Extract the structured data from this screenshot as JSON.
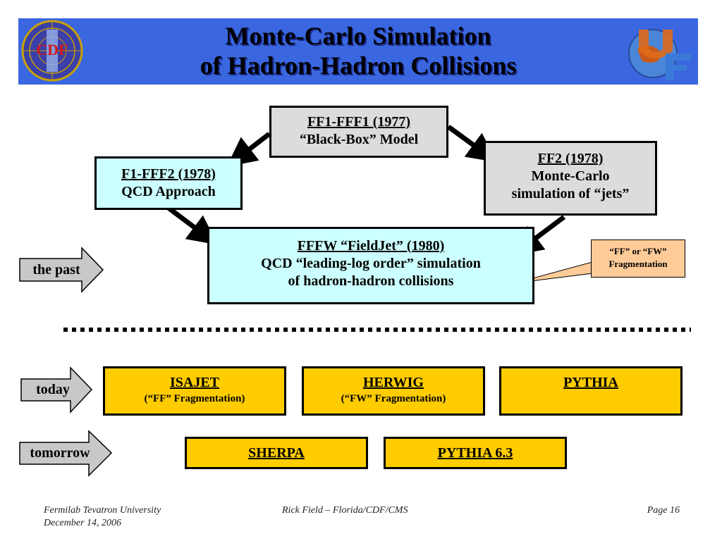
{
  "header": {
    "title_line1": "Monte-Carlo Simulation",
    "title_line2": "of Hadron-Hadron Collisions",
    "logo_left_text": "CDF"
  },
  "boxes": {
    "ff1": {
      "title": "FF1-FFF1 (1977)",
      "line1": "“Black-Box” Model"
    },
    "f1fff2": {
      "title": "F1-FFF2 (1978)",
      "line1": "QCD Approach"
    },
    "ff2": {
      "title": "FF2 (1978)",
      "line1": "Monte-Carlo",
      "line2": "simulation of “jets”"
    },
    "fffw": {
      "title": "FFFW “FieldJet” (1980)",
      "line1": "QCD “leading-log order” simulation",
      "line2": "of hadron-hadron collisions"
    },
    "callout": {
      "line1": "“FF” or “FW”",
      "line2": "Fragmentation"
    }
  },
  "arrows": {
    "past": "the past",
    "today": "today",
    "tomorrow": "tomorrow"
  },
  "today": [
    {
      "title": "ISAJET",
      "sub": "(“FF” Fragmentation)"
    },
    {
      "title": "HERWIG",
      "sub": "(“FW” Fragmentation)"
    },
    {
      "title": "PYTHIA",
      "sub": ""
    }
  ],
  "tomorrow": [
    {
      "title": "SHERPA"
    },
    {
      "title": "PYTHIA 6.3"
    }
  ],
  "footer": {
    "left1": "Fermilab Tevatron University",
    "left2": "December 14, 2006",
    "center": "Rick Field – Florida/CDF/CMS",
    "right": "Page 16"
  },
  "colors": {
    "header_bg": "#3a67e0",
    "cyan_box": "#ccffff",
    "gray_box": "#dcdcdc",
    "gold_box": "#ffcc00",
    "callout": "#ffcc99",
    "arrow_gray": "#c8c8c8"
  }
}
